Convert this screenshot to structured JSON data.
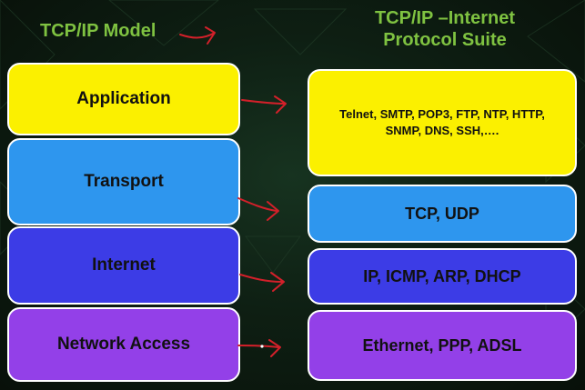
{
  "titles": {
    "left": "TCP/IP Model",
    "right": "TCP/IP –Internet Protocol Suite"
  },
  "layers": [
    {
      "name": "Application",
      "protocols": "Telnet, SMTP, POP3, FTP, NTP, HTTP, SNMP, DNS, SSH,….",
      "color": "#fbf000"
    },
    {
      "name": "Transport",
      "protocols": "TCP, UDP",
      "color": "#2e96ee"
    },
    {
      "name": "Internet",
      "protocols": "IP, ICMP, ARP, DHCP",
      "color": "#3c3ce6"
    },
    {
      "name": "Network Access",
      "protocols": "Ethernet, PPP, ADSL",
      "color": "#9340e8"
    }
  ],
  "colors": {
    "title_green": "#7fc241",
    "arrow_red": "#d3202a",
    "background": "#0e1f13"
  }
}
